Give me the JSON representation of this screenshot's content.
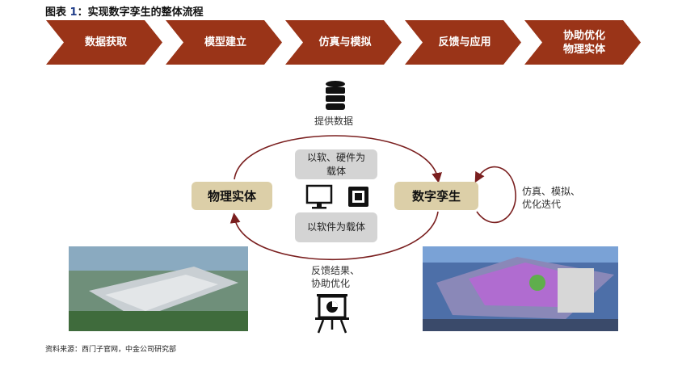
{
  "title": {
    "prefix": "图表 ",
    "num": "1",
    "rest": "：实现数字孪生的整体流程"
  },
  "flow_color": "#9a3418",
  "steps": [
    "数据获取",
    "模型建立",
    "仿真与模拟",
    "反馈与应用",
    "协助优化\n物理实体"
  ],
  "diagram": {
    "provide_data": "提供数据",
    "physical": "物理实体",
    "twin": "数字孪生",
    "carrier_hw": "以软、硬件为载体",
    "carrier_sw": "以软件为载体",
    "self_loop": "仿真、模拟、\n优化迭代",
    "feedback": "反馈结果、\n协助优化"
  },
  "source": "资料来源：西门子官网，中金公司研究部"
}
